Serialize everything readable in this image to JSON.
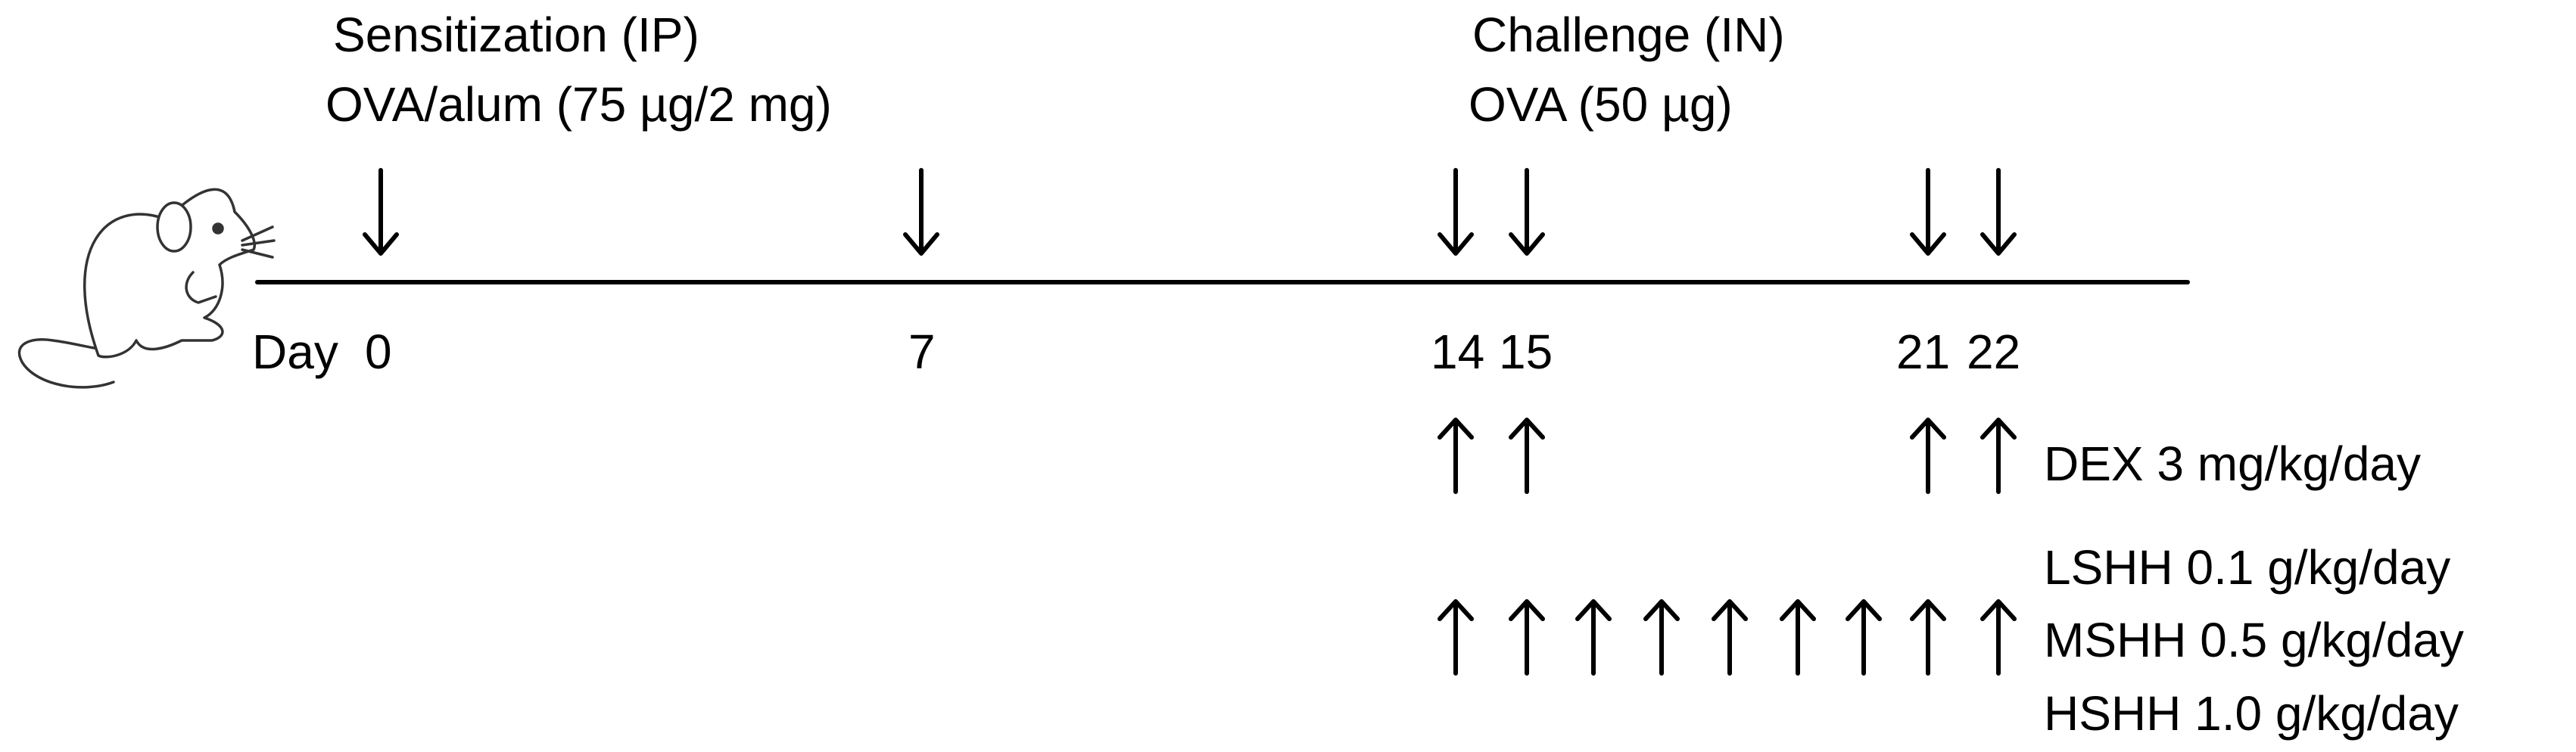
{
  "sensitization": {
    "title": "Sensitization  (IP)",
    "dose": "OVA/alum  (75 µg/2 mg)"
  },
  "challenge": {
    "title": "Challenge  (IN)",
    "dose": "OVA (50 µg)"
  },
  "timeline": {
    "day_label": "Day",
    "days": [
      "0",
      "7",
      "14",
      "15",
      "21",
      "22"
    ]
  },
  "treatments": {
    "dex": "DEX 3 mg/kg/day",
    "lshh": "LSHH   0.1 g/kg/day",
    "mshh": "MSHH  0.5 g/kg/day",
    "hshh": "HSHH  1.0 g/kg/day"
  },
  "icons": {
    "mouse": "mouse-icon",
    "down_arrow": "down-arrow-icon",
    "up_arrow": "up-arrow-icon"
  }
}
